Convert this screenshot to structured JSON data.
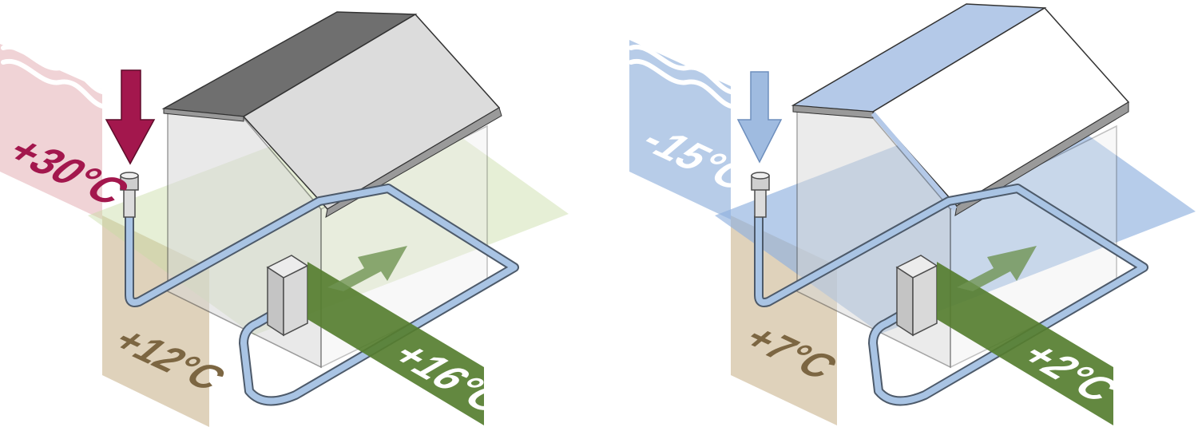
{
  "colors": {
    "summer_air": "#e8bcc0",
    "summer_arrow": "#a3174d",
    "summer_label": "#a3174d",
    "winter_air": "#9fbbe0",
    "winter_label": "#ffffff",
    "ground": "#c9b48e",
    "ground_label": "#7c6642",
    "outflow": "#567e30",
    "outflow_label": "#ffffff",
    "inflow_arrow": "#6f9453",
    "pipe": "#a9c4e4",
    "roof_dark": "#6f6f6f",
    "roof_light": "#dcdcdc",
    "wall": "#d8d8d8"
  },
  "panels": {
    "summer": {
      "outdoor_temp": "+30°C",
      "ground_temp": "+12°C",
      "supply_temp": "+16°C"
    },
    "winter": {
      "outdoor_temp": "-15°C",
      "ground_temp": "+7°C",
      "supply_temp": "+2°C"
    }
  },
  "icons": [
    "air-intake-icon",
    "down-arrow-icon",
    "flow-arrow-icon",
    "heat-exchanger-icon",
    "heat-wave-icon"
  ]
}
